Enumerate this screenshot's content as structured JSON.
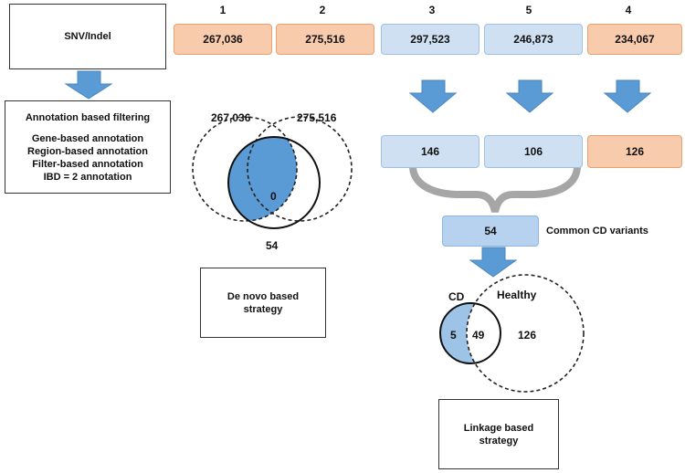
{
  "left": {
    "snv_label": "SNV/Indel",
    "annotation_title": "Annotation based filtering",
    "annotation_lines": [
      "Gene-based annotation",
      "Region-based annotation",
      "Filter-based annotation",
      "IBD = 2 annotation"
    ]
  },
  "samples": [
    {
      "id": "1",
      "count": "267,036",
      "color": "orange"
    },
    {
      "id": "2",
      "count": "275,516",
      "color": "orange"
    },
    {
      "id": "3",
      "count": "297,523",
      "color": "blue"
    },
    {
      "id": "5",
      "count": "246,873",
      "color": "blue"
    },
    {
      "id": "4",
      "count": "234,067",
      "color": "orange"
    }
  ],
  "de_novo": {
    "venn_left_label": "267,036",
    "venn_right_label": "275,516",
    "center_value": "0",
    "below_value": "54",
    "strategy_label": "De novo based strategy"
  },
  "filtered": {
    "values": [
      "146",
      "106",
      "126"
    ],
    "common_value": "54",
    "common_label": "Common CD variants"
  },
  "linkage": {
    "cd_label": "CD",
    "healthy_label": "Healthy",
    "cd_only": "5",
    "overlap": "49",
    "healthy_only": "126",
    "strategy_label": "Linkage based strategy"
  },
  "colors": {
    "orange_fill": "#f8cbad",
    "blue_fill": "#cfe0f2",
    "arrow_blue": "#5b9bd5",
    "venn_highlight": "#5b9bd5"
  }
}
